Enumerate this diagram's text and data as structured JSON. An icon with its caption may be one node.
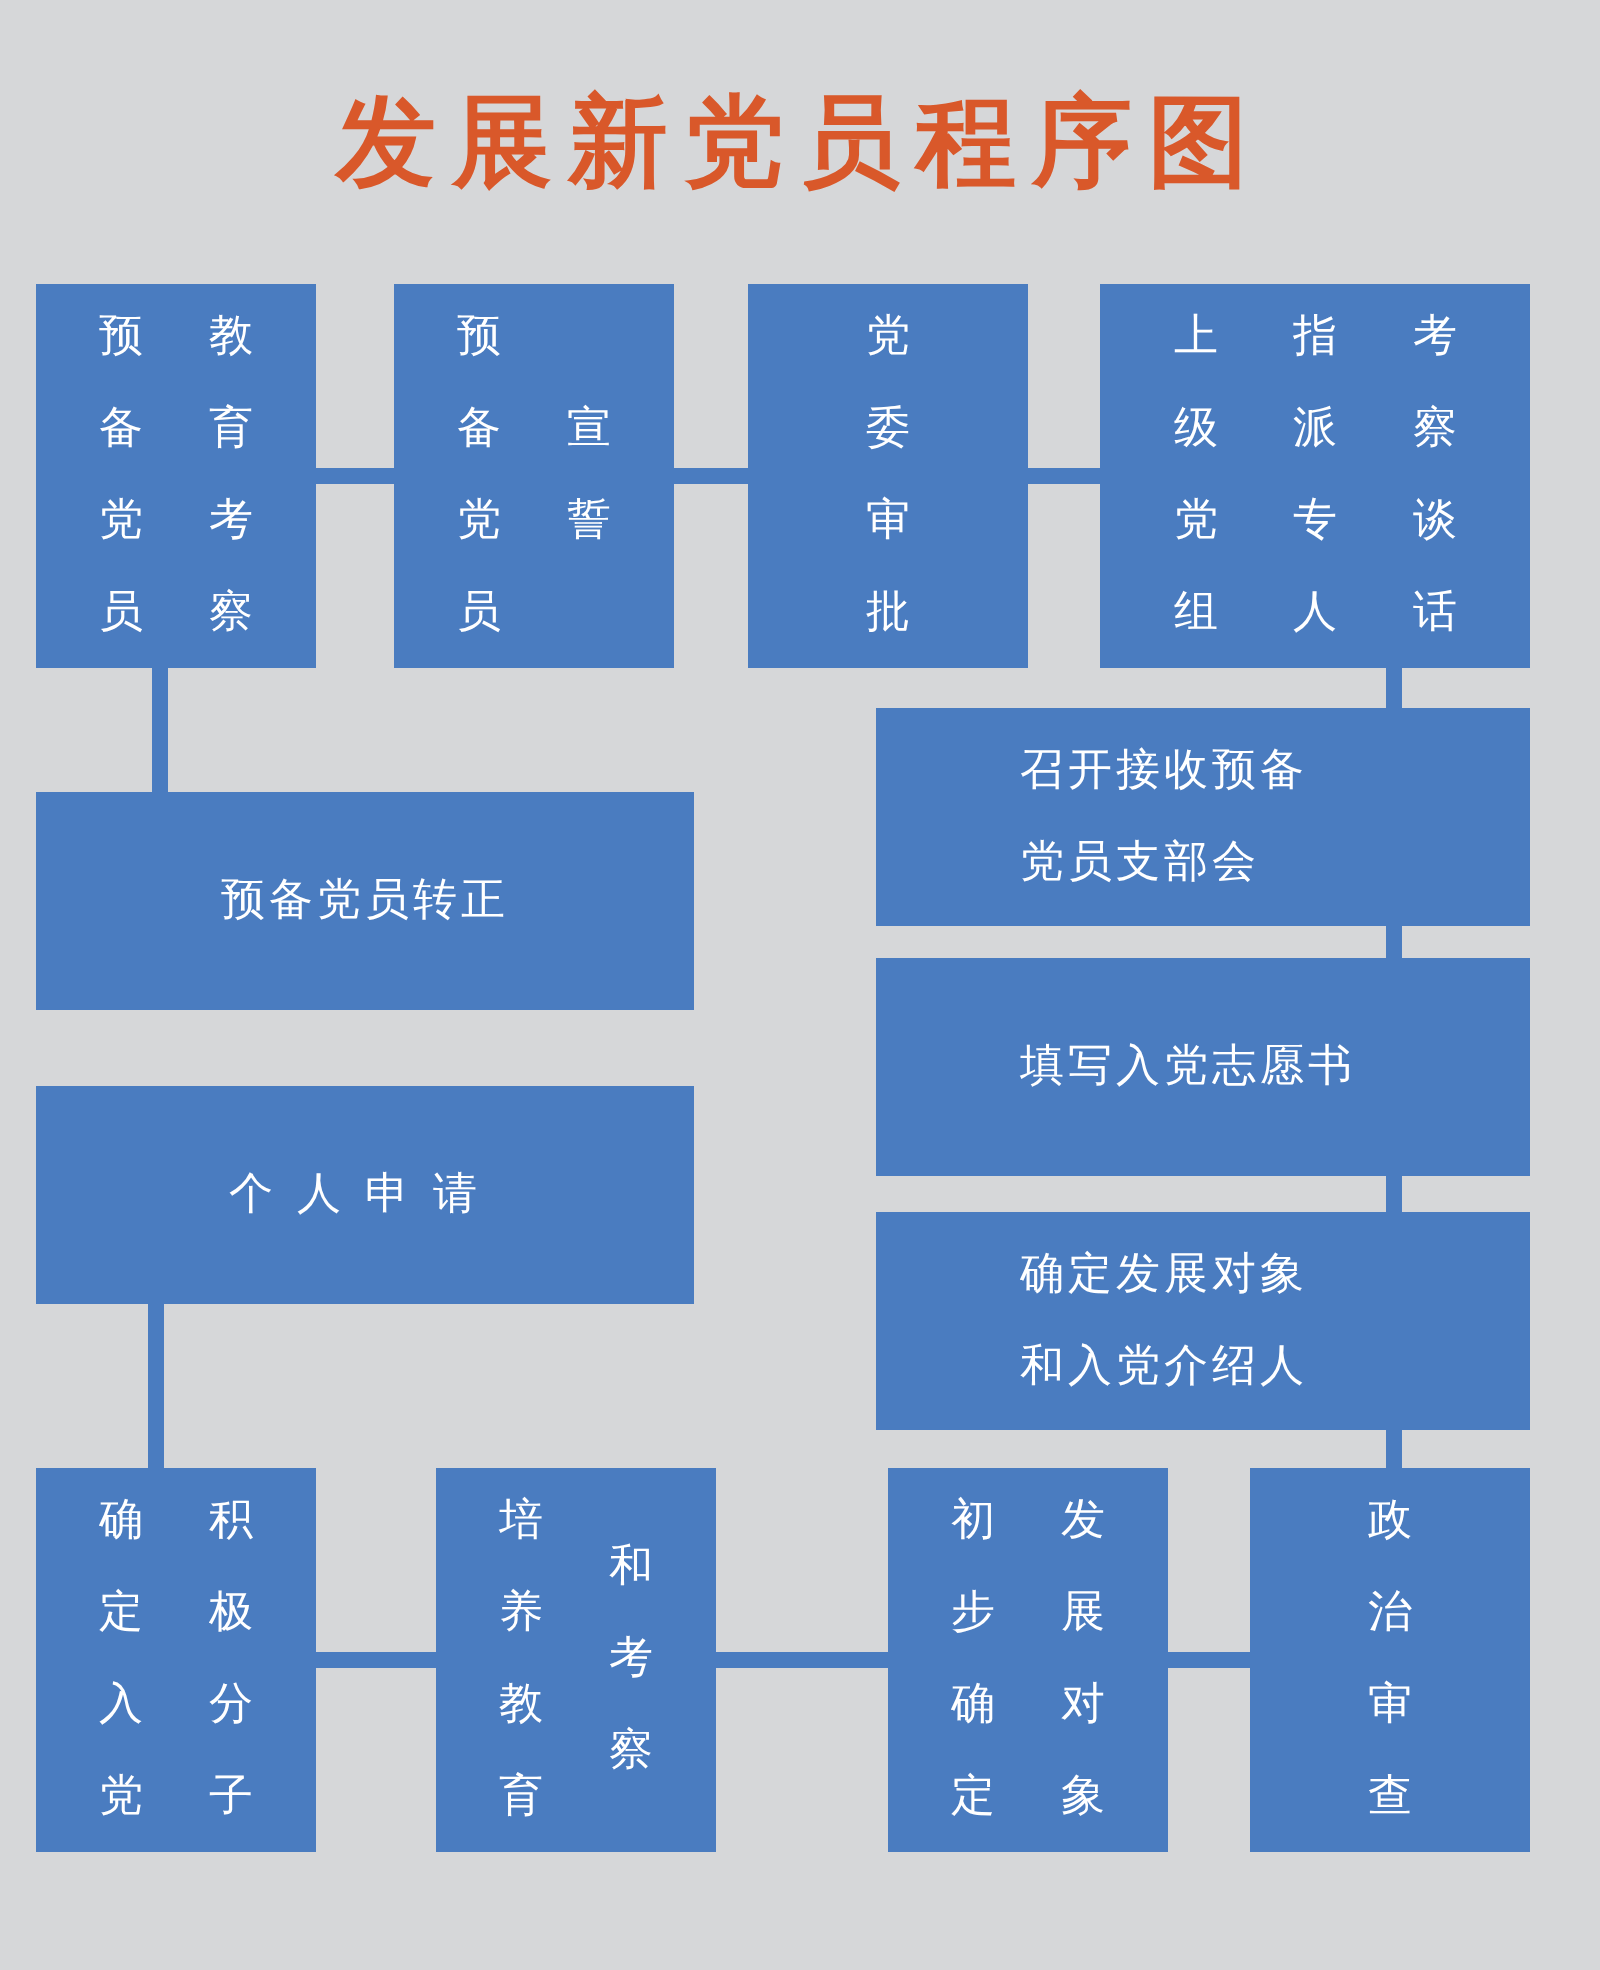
{
  "diagram": {
    "title": "发展新党员程序图",
    "nodes": [
      {
        "text": [
          "个人申请"
        ]
      },
      {
        "text": [
          "确定入党",
          "积极分子"
        ]
      },
      {
        "text": [
          "培养教育",
          "和考察"
        ]
      },
      {
        "text": [
          "初步确定",
          "发展对象"
        ]
      },
      {
        "text": [
          "政治审查"
        ]
      },
      {
        "text": [
          "确定发展对象和入党介绍人"
        ]
      },
      {
        "text": [
          "填写入党志愿书"
        ]
      },
      {
        "text": [
          "召开接收预备党员支部会"
        ]
      },
      {
        "text": [
          "上级党组",
          "指派专人",
          "考察谈话"
        ]
      },
      {
        "text": [
          "党委审批"
        ]
      },
      {
        "text": [
          "预备党员",
          "宣誓"
        ]
      },
      {
        "text": [
          "预备党员",
          "教育考察"
        ]
      },
      {
        "text": [
          "预备党员转正"
        ]
      }
    ],
    "edges": [
      {
        "from": 0,
        "to": 1,
        "arrow": "none"
      },
      {
        "from": 1,
        "to": 2,
        "arrow": "none"
      },
      {
        "from": 2,
        "to": 3,
        "arrow": "none"
      },
      {
        "from": 3,
        "to": 4,
        "arrow": "none"
      },
      {
        "from": 4,
        "to": 5,
        "arrow": "none"
      },
      {
        "from": 5,
        "to": 6,
        "arrow": "none"
      },
      {
        "from": 6,
        "to": 7,
        "arrow": "none"
      },
      {
        "from": 7,
        "to": 8,
        "arrow": "none"
      },
      {
        "from": 8,
        "to": 9,
        "arrow": "none"
      },
      {
        "from": 9,
        "to": 10,
        "arrow": "none"
      },
      {
        "from": 10,
        "to": 11,
        "arrow": "none"
      },
      {
        "from": 11,
        "to": 12,
        "arrow": "none"
      }
    ]
  }
}
